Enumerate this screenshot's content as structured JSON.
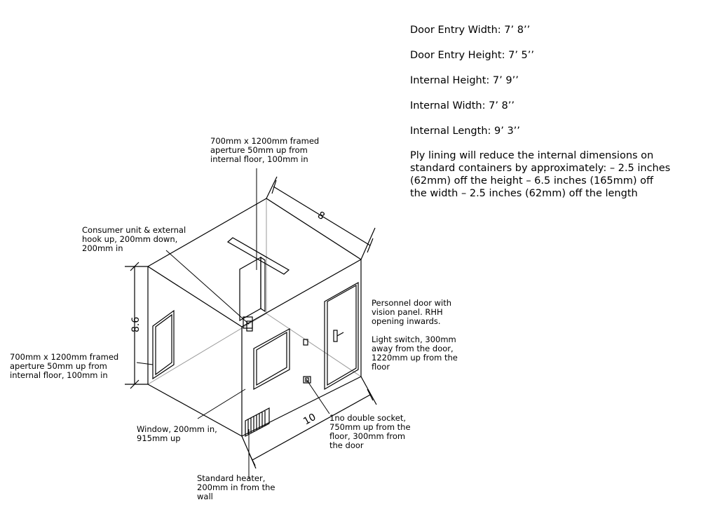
{
  "specs": [
    "Door Entry Width:  7’ 8’’",
    "Door Entry Height:  7’ 5’’",
    "Internal Height:  7’ 9’’",
    "Internal Width:  7’ 8’’",
    "Internal Length:  9’ 3’’"
  ],
  "ply_note_lines": [
    "Ply lining will reduce the internal dimensions on",
    "standard containers by approximately:  – 2.5 inches",
    "(62mm) off the height – 6.5 inches (165mm) off",
    "the width – 2.5 inches (62mm) off the length"
  ],
  "dimensions": {
    "width": "8",
    "height": "8.6",
    "length": "10"
  },
  "labels": {
    "aperture_top": [
      "700mm x 1200mm framed",
      "aperture 50mm up from",
      "internal floor, 100mm in"
    ],
    "consumer_unit": [
      "Consumer unit & external",
      "hook up, 200mm down,",
      "200mm in"
    ],
    "aperture_left": [
      "700mm x 1200mm framed",
      "aperture 50mm up from",
      "internal floor, 100mm in"
    ],
    "personnel_door": [
      "Personnel door with",
      "vision panel. RHH",
      "opening inwards."
    ],
    "light_switch": [
      "Light switch, 300mm",
      "away from the door,",
      "1220mm up from the",
      "floor"
    ],
    "socket": [
      "1no double socket,",
      "750mm up from the",
      "floor, 300mm from",
      "the door"
    ],
    "window": [
      "Window, 200mm in,",
      "915mm up"
    ],
    "heater": [
      "Standard heater,",
      "200mm in from the",
      "wall"
    ]
  }
}
